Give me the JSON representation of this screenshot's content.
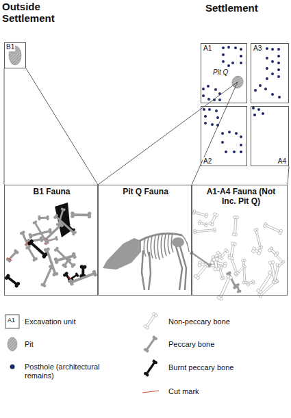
{
  "diagram": {
    "nodes": [
      {
        "text": [
          "B1"
        ]
      },
      {
        "text": [
          "A1"
        ]
      },
      {
        "text": [
          "Pit Q"
        ],
        "in": 1
      },
      {
        "text": [
          "A3"
        ]
      },
      {
        "text": [
          "A2"
        ]
      },
      {
        "text": [
          "A4"
        ]
      },
      {
        "text": [
          "B1 Fauna"
        ]
      },
      {
        "text": [
          "Pit Q Fauna"
        ]
      },
      {
        "text": [
          "A1-A4 Fauna (Not Inc. Pit Q)"
        ]
      }
    ],
    "edges": [
      {
        "from": 0,
        "to": 6,
        "arrow": "none"
      },
      {
        "from": 2,
        "to": 7,
        "arrow": "none"
      },
      {
        "from": 5,
        "to": 8,
        "arrow": "none"
      }
    ],
    "labels": [
      "Outside Settlement",
      "Settlement",
      "A1"
    ],
    "legend": [
      {
        "text": "Excavation unit"
      },
      {
        "text": "Pit"
      },
      {
        "text": "Posthole (architectural remains)"
      },
      {
        "text": "Non-peccary bone"
      },
      {
        "text": "Peccary bone"
      },
      {
        "text": "Burnt peccary bone"
      },
      {
        "text": "Cut mark"
      }
    ]
  }
}
